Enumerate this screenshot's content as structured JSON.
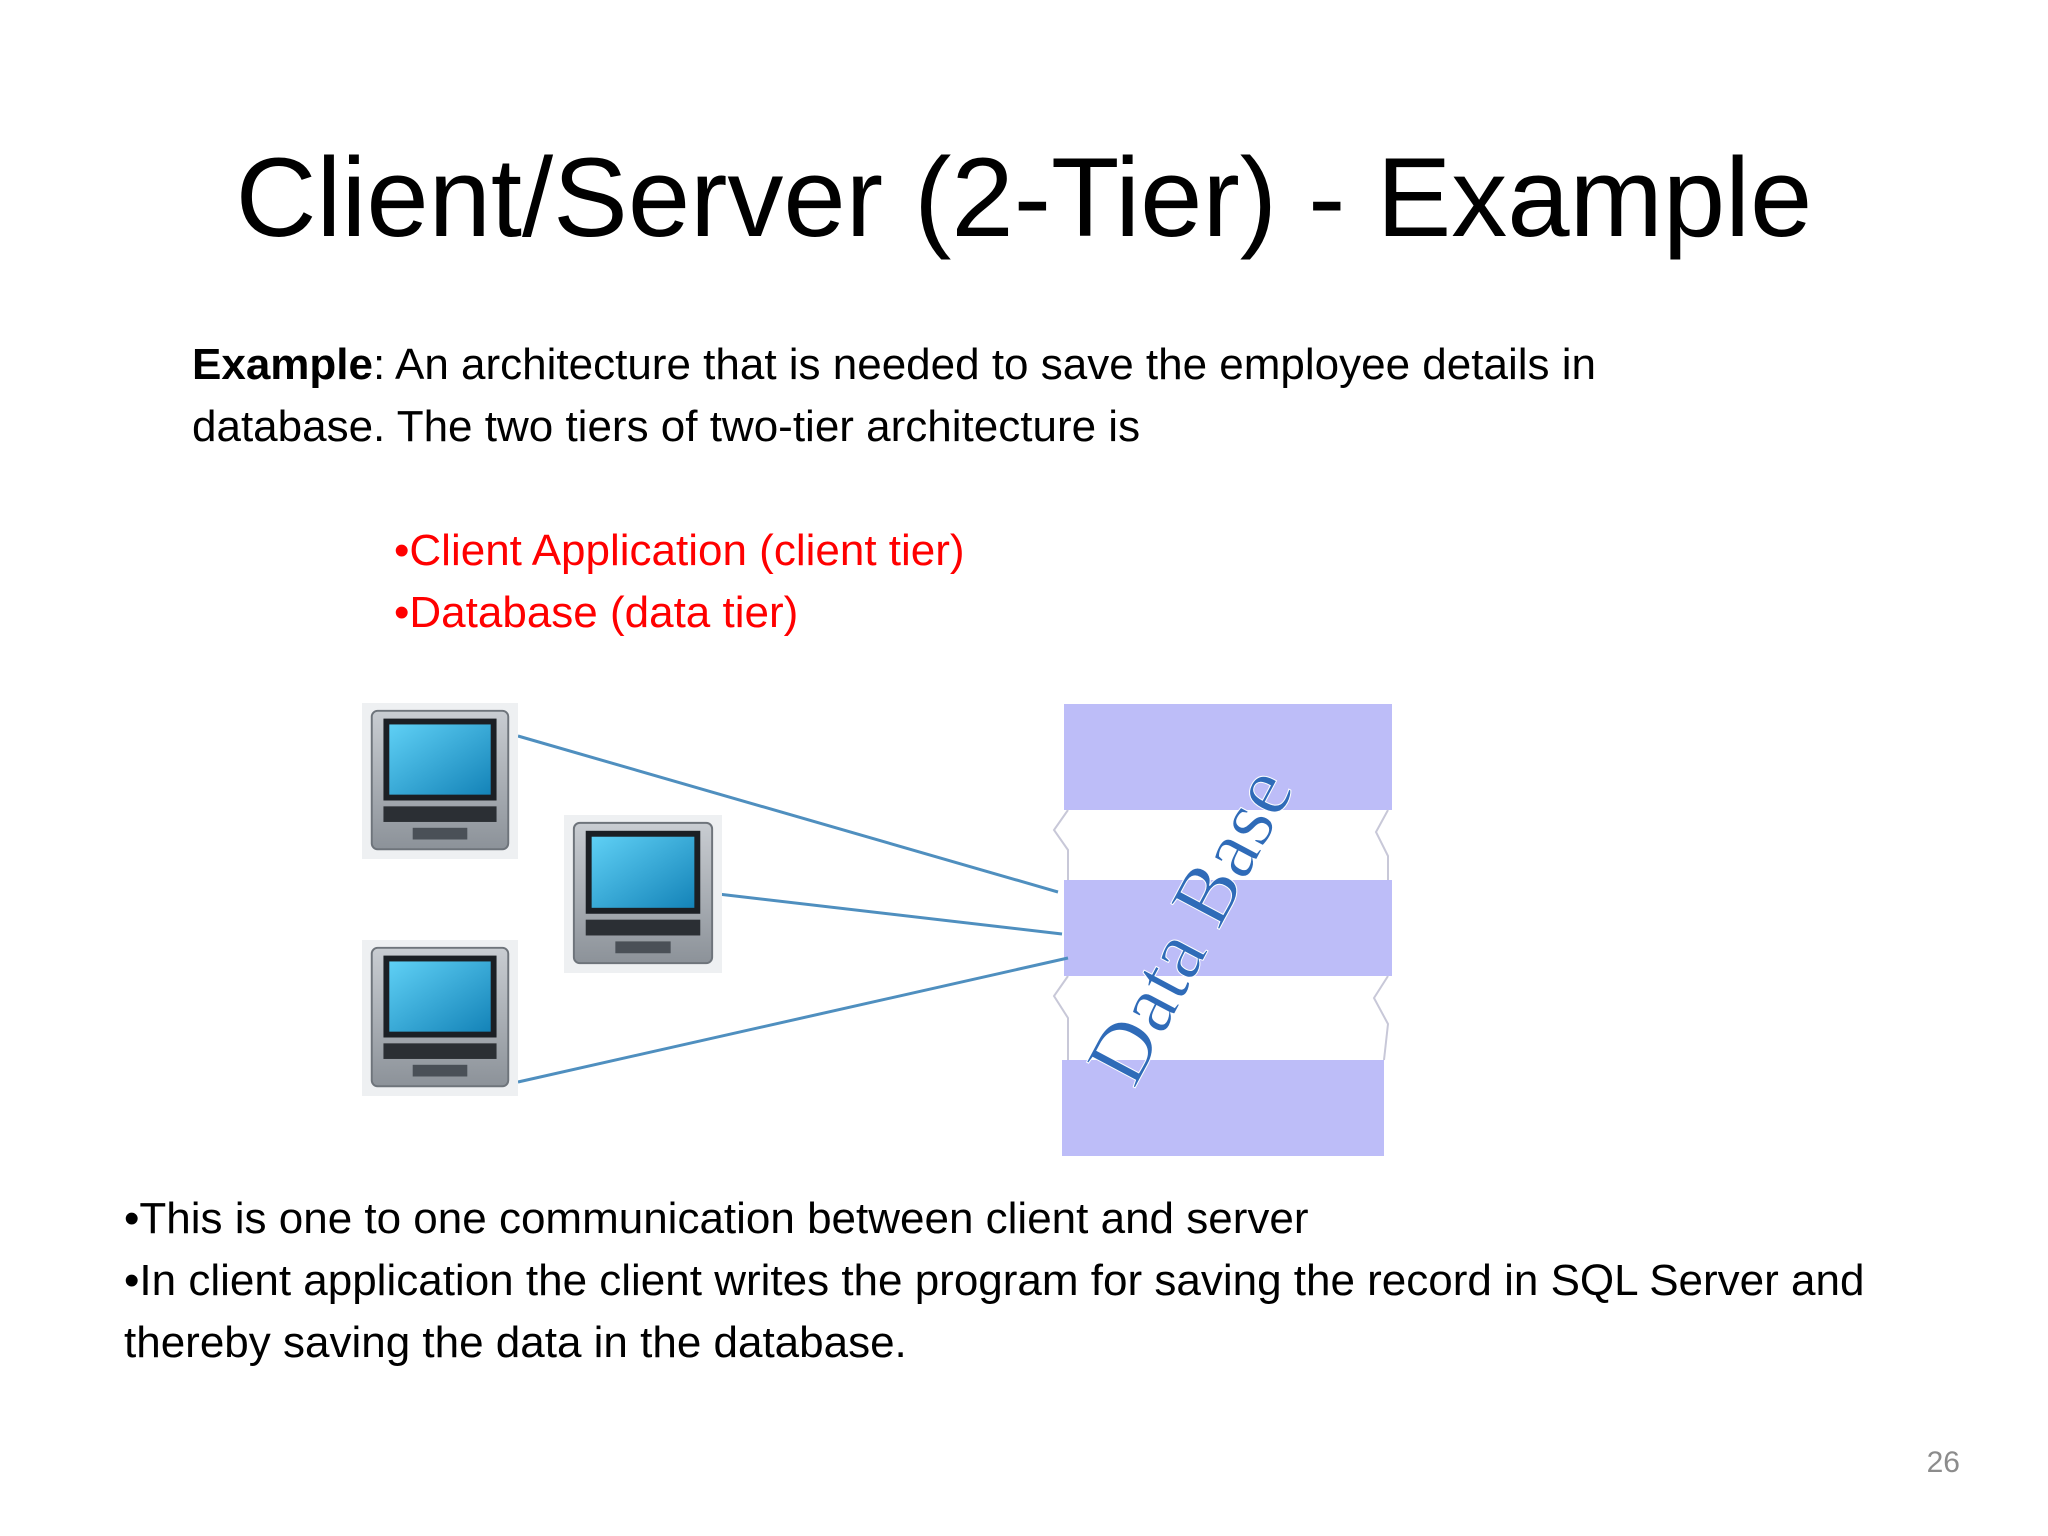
{
  "slide": {
    "title": "Client/Server (2-Tier) - Example",
    "intro_label": "Example",
    "intro_text": ": An architecture  that is needed to save the employee details in database. The two tiers of two-tier architecture is",
    "tiers": [
      "Client Application (client tier)",
      "Database (data tier)"
    ],
    "diagram": {
      "database_label": "Data Base",
      "client_count": 3,
      "colors": {
        "database_band": "#bdbdf8",
        "link_line": "#4f8fbf",
        "screen": "#1fa3d6",
        "database_text": "#2f6bb8"
      }
    },
    "notes": [
      "This is one to one communication between client and server",
      "In client application the client writes the program for saving the record in SQL Server and thereby saving the data in the database."
    ],
    "page_number": "26",
    "colors": {
      "tier_text": "#ff0000",
      "page_number": "#8c8c8c"
    }
  }
}
